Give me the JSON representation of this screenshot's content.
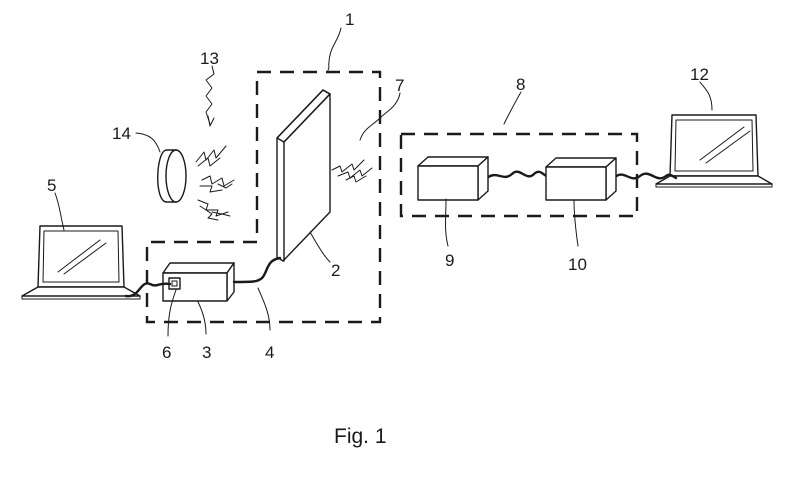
{
  "figure": {
    "caption": "Fig. 1",
    "labels": {
      "ref1": "1",
      "ref2": "2",
      "ref3": "3",
      "ref4": "4",
      "ref5": "5",
      "ref6": "6",
      "ref7": "7",
      "ref8": "8",
      "ref9": "9",
      "ref10": "10",
      "ref12": "12",
      "ref13": "13",
      "ref14": "14"
    }
  }
}
